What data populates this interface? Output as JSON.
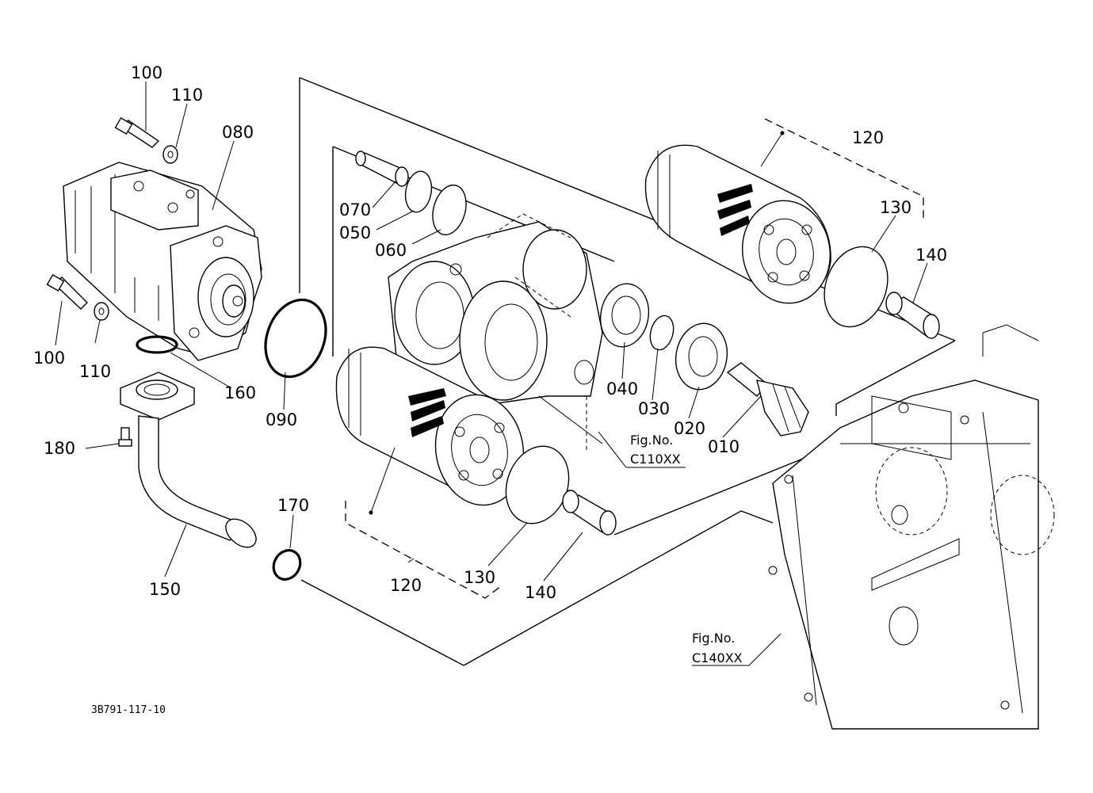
{
  "diagram": {
    "drawing_code": "3B791-117-10",
    "fig_refs": [
      {
        "prefix": "Fig.No.",
        "code": "C110XX"
      },
      {
        "prefix": "Fig.No.",
        "code": "C140XX"
      }
    ],
    "labels": {
      "p010": "010",
      "p020": "020",
      "p030": "030",
      "p040": "040",
      "p050": "050",
      "p060": "060",
      "p070": "070",
      "p080": "080",
      "p090": "090",
      "p100a": "100",
      "p100b": "100",
      "p110a": "110",
      "p110b": "110",
      "p120a": "120",
      "p120b": "120",
      "p130a": "130",
      "p130b": "130",
      "p140a": "140",
      "p140b": "140",
      "p150": "150",
      "p160": "160",
      "p170": "170",
      "p180": "180"
    }
  }
}
